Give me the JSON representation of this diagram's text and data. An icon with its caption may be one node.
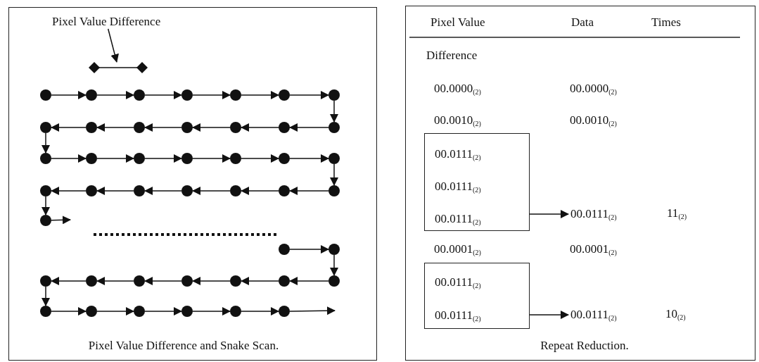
{
  "diagram": {
    "nodes": [
      {
        "text": [
          "Pixel Value Difference and Snake Scan."
        ]
      },
      {
        "text": [
          "Pixel Value Difference"
        ],
        "in": 0
      },
      {
        "text": [],
        "shape": "bar",
        "in": 0
      },
      {
        "text": [],
        "shape": "circle",
        "in": 0
      },
      {
        "text": [],
        "shape": "circle",
        "in": 0
      },
      {
        "text": [],
        "shape": "circle",
        "in": 0
      },
      {
        "text": [],
        "shape": "circle",
        "in": 0
      },
      {
        "text": [],
        "shape": "circle",
        "in": 0
      },
      {
        "text": [],
        "shape": "circle",
        "in": 0
      },
      {
        "text": [],
        "shape": "circle",
        "in": 0
      },
      {
        "text": [],
        "shape": "circle",
        "in": 0
      },
      {
        "text": [],
        "shape": "circle",
        "in": 0
      },
      {
        "text": [],
        "shape": "circle",
        "in": 0
      },
      {
        "text": [],
        "shape": "circle",
        "in": 0
      },
      {
        "text": [],
        "shape": "circle",
        "in": 0
      },
      {
        "text": [],
        "shape": "circle",
        "in": 0
      },
      {
        "text": [],
        "shape": "circle",
        "in": 0
      },
      {
        "text": [],
        "shape": "circle",
        "in": 0
      },
      {
        "text": [],
        "shape": "circle",
        "in": 0
      },
      {
        "text": [],
        "shape": "circle",
        "in": 0
      },
      {
        "text": [],
        "shape": "circle",
        "in": 0
      },
      {
        "text": [],
        "shape": "circle",
        "in": 0
      },
      {
        "text": [],
        "shape": "circle",
        "in": 0
      },
      {
        "text": [],
        "shape": "circle",
        "in": 0
      },
      {
        "text": [],
        "shape": "circle",
        "in": 0
      },
      {
        "text": [],
        "shape": "circle",
        "in": 0
      },
      {
        "text": [],
        "shape": "circle",
        "in": 0
      },
      {
        "text": [],
        "shape": "circle",
        "in": 0
      },
      {
        "text": [],
        "shape": "circle",
        "in": 0
      },
      {
        "text": [],
        "shape": "circle",
        "in": 0
      },
      {
        "text": [],
        "shape": "circle",
        "in": 0
      },
      {
        "text": [],
        "shape": "circle",
        "in": 0
      },
      {
        "text": [],
        "shape": "circle",
        "in": 0
      },
      {
        "text": [],
        "shape": "circle",
        "in": 0
      },
      {
        "text": [],
        "shape": "circle",
        "in": 0
      },
      {
        "text": [],
        "shape": "circle",
        "in": 0
      },
      {
        "text": [],
        "shape": "circle",
        "in": 0
      },
      {
        "text": [],
        "shape": "circle",
        "in": 0
      },
      {
        "text": [],
        "shape": "circle",
        "in": 0
      },
      {
        "text": [],
        "shape": "circle",
        "in": 0
      },
      {
        "text": [],
        "shape": "circle",
        "in": 0
      },
      {
        "text": [],
        "shape": "circle",
        "in": 0
      },
      {
        "text": [],
        "shape": "circle",
        "in": 0
      },
      {
        "text": [],
        "shape": "circle",
        "in": 0
      },
      {
        "text": [],
        "shape": "circle",
        "in": 0
      },
      {
        "text": [],
        "shape": "circle",
        "in": 0
      },
      {
        "text": [],
        "shape": "circle",
        "in": 0
      },
      {
        "text": [
          "Repeat Reduction."
        ]
      },
      {
        "text": [
          "00.0111$_{(2)}$",
          "00.0111$_{(2)}$",
          "00.0111$_{(2)}$"
        ],
        "in": 47
      },
      {
        "text": [
          "00.0111$_{(2)}$"
        ],
        "in": 47
      },
      {
        "text": [
          "00.0111$_{(2)}$",
          "00.0111$_{(2)}$"
        ],
        "in": 47
      },
      {
        "text": [
          "00.0111$_{(2)}$"
        ],
        "in": 47
      }
    ],
    "edges": [
      {
        "from": 1,
        "to": 2,
        "arrow": "to"
      },
      {
        "from": 3,
        "to": 4,
        "arrow": "to"
      },
      {
        "from": 4,
        "to": 5,
        "arrow": "to"
      },
      {
        "from": 5,
        "to": 6,
        "arrow": "to"
      },
      {
        "from": 6,
        "to": 7,
        "arrow": "to"
      },
      {
        "from": 7,
        "to": 8,
        "arrow": "to"
      },
      {
        "from": 8,
        "to": 9,
        "arrow": "to"
      },
      {
        "from": 9,
        "to": 16,
        "arrow": "to"
      },
      {
        "from": 16,
        "to": 15,
        "arrow": "to"
      },
      {
        "from": 15,
        "to": 14,
        "arrow": "to"
      },
      {
        "from": 14,
        "to": 13,
        "arrow": "to"
      },
      {
        "from": 13,
        "to": 12,
        "arrow": "to"
      },
      {
        "from": 12,
        "to": 11,
        "arrow": "to"
      },
      {
        "from": 11,
        "to": 10,
        "arrow": "to"
      },
      {
        "from": 10,
        "to": 17,
        "arrow": "to"
      },
      {
        "from": 17,
        "to": 18,
        "arrow": "to"
      },
      {
        "from": 18,
        "to": 19,
        "arrow": "to"
      },
      {
        "from": 19,
        "to": 20,
        "arrow": "to"
      },
      {
        "from": 20,
        "to": 21,
        "arrow": "to"
      },
      {
        "from": 21,
        "to": 22,
        "arrow": "to"
      },
      {
        "from": 22,
        "to": 23,
        "arrow": "to"
      },
      {
        "from": 23,
        "to": 30,
        "arrow": "to"
      },
      {
        "from": 30,
        "to": 29,
        "arrow": "to"
      },
      {
        "from": 29,
        "to": 28,
        "arrow": "to"
      },
      {
        "from": 28,
        "to": 27,
        "arrow": "to"
      },
      {
        "from": 27,
        "to": 26,
        "arrow": "to"
      },
      {
        "from": 26,
        "to": 25,
        "arrow": "to"
      },
      {
        "from": 25,
        "to": 24,
        "arrow": "to"
      },
      {
        "from": 24,
        "to": 31,
        "arrow": "to"
      },
      {
        "from": 31,
        "to": null,
        "arrow": "to"
      },
      {
        "from": 32,
        "to": 33,
        "arrow": "to"
      },
      {
        "from": 33,
        "to": 40,
        "arrow": "to"
      },
      {
        "from": 40,
        "to": 39,
        "arrow": "to"
      },
      {
        "from": 39,
        "to": 38,
        "arrow": "to"
      },
      {
        "from": 38,
        "to": 37,
        "arrow": "to"
      },
      {
        "from": 37,
        "to": 36,
        "arrow": "to"
      },
      {
        "from": 36,
        "to": 35,
        "arrow": "to"
      },
      {
        "from": 35,
        "to": 34,
        "arrow": "to"
      },
      {
        "from": 34,
        "to": 41,
        "arrow": "to"
      },
      {
        "from": 41,
        "to": 42,
        "arrow": "to"
      },
      {
        "from": 42,
        "to": 43,
        "arrow": "to"
      },
      {
        "from": 43,
        "to": 44,
        "arrow": "to"
      },
      {
        "from": 44,
        "to": 45,
        "arrow": "to"
      },
      {
        "from": 45,
        "to": 46,
        "arrow": "to"
      },
      {
        "from": 46,
        "to": null,
        "arrow": "to"
      },
      {
        "from": 48,
        "to": 49,
        "arrow": "to"
      },
      {
        "from": 50,
        "to": 51,
        "arrow": "to"
      }
    ],
    "labels": [
      "Pixel Value",
      "Data",
      "Times",
      "Difference",
      "00.0000$_{(2)}$",
      "00.0000$_{(2)}$",
      "00.0010$_{(2)}$",
      "00.0010$_{(2)}$",
      "11$_{(2)}$",
      "00.0001$_{(2)}$",
      "00.0001$_{(2)}$",
      "10$_{(2)}$"
    ]
  }
}
